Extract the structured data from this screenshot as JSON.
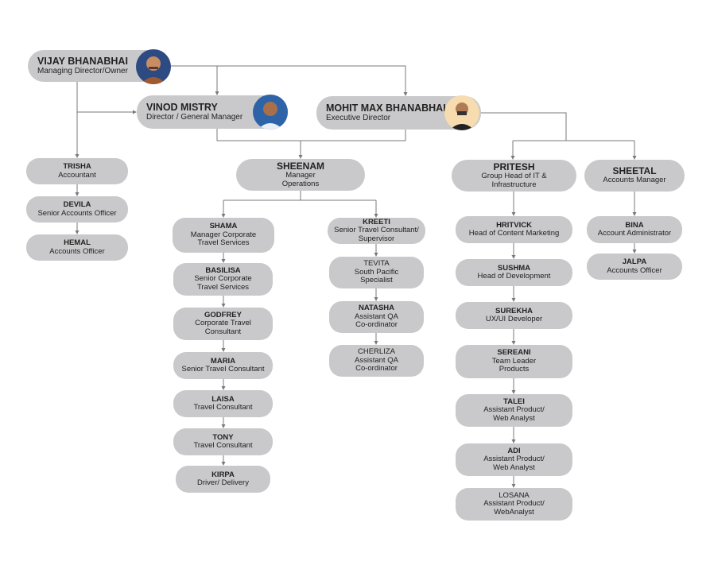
{
  "leaders": [
    {
      "name": "VIJAY BHANABHAI",
      "role": "Managing Director/Owner"
    },
    {
      "name": "VINOD MISTRY",
      "role": "Director / General Manager"
    },
    {
      "name": "MOHIT MAX BHANABHAI",
      "role": "Executive Director"
    }
  ],
  "accounts": [
    {
      "name": "TRISHA",
      "role": "Accountant"
    },
    {
      "name": "DEVILA",
      "role": "Senior Accounts Officer"
    },
    {
      "name": "HEMAL",
      "role": "Accounts Officer"
    }
  ],
  "sheenam": {
    "name": "SHEENAM",
    "role1": "Manager",
    "role2": "Operations"
  },
  "pritesh": {
    "name": "PRITESH",
    "role1": "Group Head of IT &",
    "role2": "Infrastructure"
  },
  "sheetal": {
    "name": "SHEETAL",
    "role1": "Accounts Manager"
  },
  "ops_left": [
    {
      "name": "SHAMA",
      "r1": "Manager Corporate",
      "r2": "Travel Services"
    },
    {
      "name": "BASILISA",
      "r1": "Senior Corporate",
      "r2": "Travel Services"
    },
    {
      "name": "GODFREY",
      "r1": "Corporate Travel",
      "r2": "Consultant"
    },
    {
      "name": "MARIA",
      "r1": "Senior Travel Consultant"
    },
    {
      "name": "LAISA",
      "r1": "Travel Consultant"
    },
    {
      "name": "TONY",
      "r1": "Travel Consultant"
    },
    {
      "name": "KIRPA",
      "r1": "Driver/ Delivery"
    }
  ],
  "ops_right": [
    {
      "name": "KREETI",
      "r1": "Senior Travel Consultant/",
      "r2": "Supervisor"
    },
    {
      "name": "TEVITA",
      "r1": "South Pacific",
      "r2": "Specialist"
    },
    {
      "name": "NATASHA",
      "r1": "Assistant QA",
      "r2": "Co-ordinator"
    },
    {
      "name": "CHERLIZA",
      "r1": "Assistant QA",
      "r2": "Co-ordinator"
    }
  ],
  "it": [
    {
      "name": "HRITVICK",
      "r1": "Head of Content Marketing"
    },
    {
      "name": "SUSHMA",
      "r1": "Head of Development"
    },
    {
      "name": "SUREKHA",
      "r1": "UX/UI Developer"
    },
    {
      "name": "SEREANI",
      "r1": "Team Leader",
      "r2": "Products"
    },
    {
      "name": "TALEI",
      "r1": "Assistant Product/",
      "r2": "Web Analyst"
    },
    {
      "name": "ADI",
      "r1": "Assistant Product/",
      "r2": "Web Analyst"
    },
    {
      "name": "LOSANA",
      "r1": "Assistant Product/",
      "r2": "WebAnalyst"
    }
  ],
  "finance": [
    {
      "name": "BINA",
      "r1": "Account Administrator"
    },
    {
      "name": "JALPA",
      "r1": "Accounts Officer"
    }
  ],
  "colors": {
    "box": "#c9c9cb",
    "line": "#7a7a7a"
  }
}
